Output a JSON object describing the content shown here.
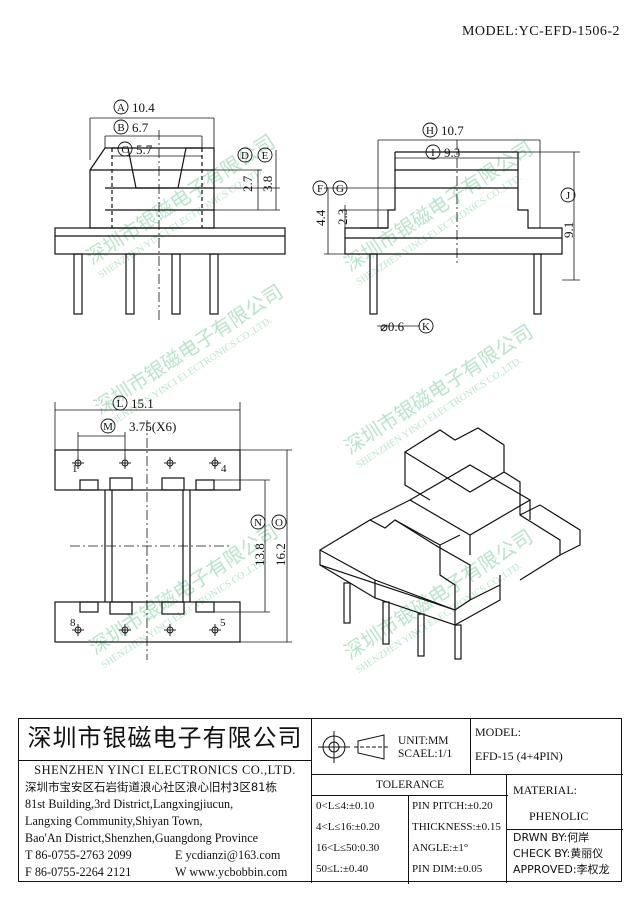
{
  "header": {
    "model": "MODEL:YC-EFD-1506-2"
  },
  "dims": {
    "A": {
      "letter": "A",
      "value": "10.4"
    },
    "B": {
      "letter": "B",
      "value": "6.7"
    },
    "C": {
      "letter": "C",
      "value": "5.7"
    },
    "D": {
      "letter": "D",
      "value": "2.7"
    },
    "E": {
      "letter": "E",
      "value": "3.8"
    },
    "F": {
      "letter": "F",
      "value": "4.4"
    },
    "G": {
      "letter": "G",
      "value": "2.3"
    },
    "H": {
      "letter": "H",
      "value": "10.7"
    },
    "I": {
      "letter": "I",
      "value": "9.3"
    },
    "J": {
      "letter": "J",
      "value": "9.1"
    },
    "K": {
      "letter": "K",
      "value": "⌀0.6"
    },
    "L": {
      "letter": "L",
      "value": "15.1"
    },
    "M": {
      "letter": "M",
      "value": "3.75(X6)"
    },
    "N": {
      "letter": "N",
      "value": "13.8"
    },
    "O": {
      "letter": "O",
      "value": "16.2"
    }
  },
  "pins": {
    "p1": "1",
    "p4": "4",
    "p8": "8",
    "p5": "5"
  },
  "watermark": {
    "cn": "深圳市银磁电子有限公司",
    "en": "SHENZHEN YINCI ELECTRONICS CO.,LTD."
  },
  "titleblock": {
    "company_cn": "深圳市银磁电子有限公司",
    "company_en": "SHENZHEN YINCI ELECTRONICS CO.,LTD.",
    "addr_cn": "深圳市宝安区石岩街道浪心社区浪心旧村3区81栋",
    "addr1": "81st Building,3rd District,Langxingjiucun,",
    "addr2": "Langxing Community,Shiyan Town,",
    "addr3": "Bao'An District,Shenzhen,Guangdong Province",
    "tel": "T 86-0755-2763 2099",
    "email": "E ycdianzi@163.com",
    "fax": "F 86-0755-2264 2121",
    "web": "W www.ycbobbin.com",
    "unit": "UNIT:MM",
    "scale": "SCAEL:1/1",
    "model_label": "MODEL:",
    "model_value": "EFD-15 (4+4PIN)",
    "tolerance_title": "TOLERANCE",
    "tol": [
      "0<L≤4:±0.10",
      "4<L≤16:±0.20",
      "16<L≤50:0.30",
      "50≤L:±0.40"
    ],
    "spec": [
      "PIN PITCH:±0.20",
      "THICKNESS:±0.15",
      "ANGLE:±1°",
      "PIN DIM:±0.05"
    ],
    "material_label": "MATERIAL:",
    "material_value": "PHENOLIC",
    "drawn": "DRWN BY:何岸",
    "checked": "CHECK BY:黄丽仪",
    "approved": "APPROVED:李权龙"
  }
}
